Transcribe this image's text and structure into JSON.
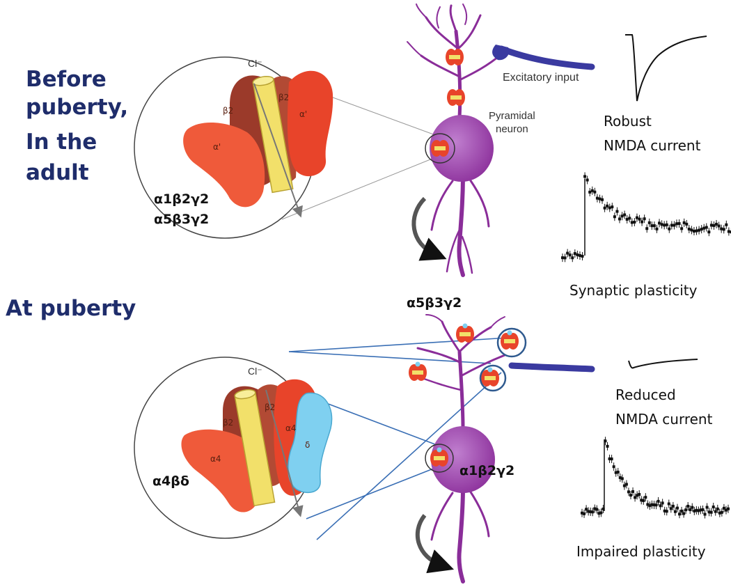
{
  "stage_labels": {
    "before": [
      "Before",
      "puberty,",
      "In the",
      "adult"
    ],
    "puberty": "At puberty"
  },
  "top_receptor": {
    "ion": "Cl⁻",
    "subunits": [
      "β2",
      "β2",
      "α'",
      "α'"
    ],
    "types": [
      "α1β2γ2",
      "α5β3γ2"
    ]
  },
  "bottom_receptor": {
    "ion": "Cl⁻",
    "subunits": [
      "β2",
      "β2",
      "α4",
      "α4",
      "δ"
    ],
    "type": "α4βδ"
  },
  "neuron": {
    "excitatory_input": "Excitatory input",
    "name_line1": "Pyramidal",
    "name_line2": "neuron"
  },
  "bottom_neuron_labels": {
    "dendritic": "α5β3γ2",
    "somatic": "α1β2γ2"
  },
  "outcomes": {
    "robust_line1": "Robust",
    "robust_line2": "NMDA current",
    "synaptic": "Synaptic plasticity",
    "reduced_line1": "Reduced",
    "reduced_line2": "NMDA current",
    "impaired": "Impaired plasticity"
  },
  "colors": {
    "heading": "#1f2d6b",
    "neuron": "#8a2d99",
    "receptor_red": "#e8442a",
    "channel_yellow": "#f2e06a",
    "delta_blue": "#7fd0f0",
    "zoom_line": "#3a6fb5"
  }
}
